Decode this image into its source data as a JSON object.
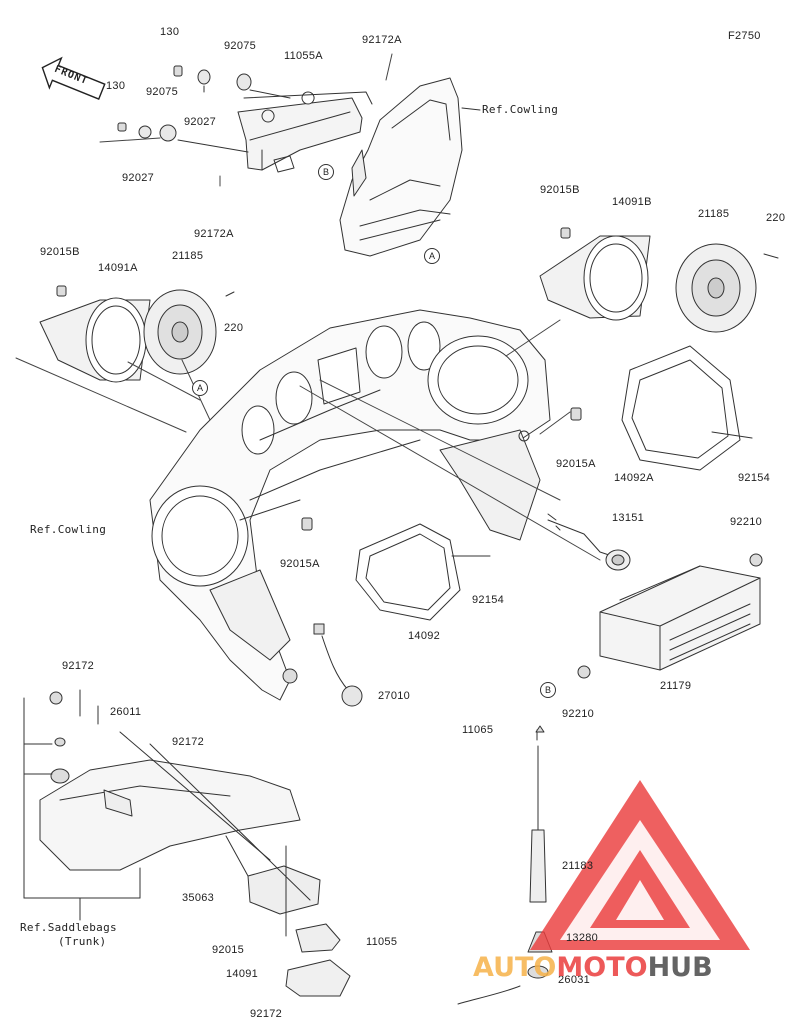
{
  "figure_code": "F2750",
  "front_label": "FRONT",
  "callouts": {
    "a": "A",
    "b": "B"
  },
  "parts": {
    "p130_top": "130",
    "p130_left": "130",
    "p92075_top": "92075",
    "p92075_left": "92075",
    "p92027_top": "92027",
    "p92027_left": "92027",
    "p11055a": "11055A",
    "p92172a_top": "92172A",
    "p92172a_bottom": "92172A",
    "ref_cowling_top": "Ref.Cowling",
    "ref_cowling_left": "Ref.Cowling",
    "p92015b_left": "92015B",
    "p14091a": "14091A",
    "p21185_left": "21185",
    "p220_left": "220",
    "p92015b_right": "92015B",
    "p14091b": "14091B",
    "p21185_right": "21185",
    "p220_right": "220",
    "p92015a_right": "92015A",
    "p14092a": "14092A",
    "p92154_right": "92154",
    "p92015a_left": "92015A",
    "p92154_left": "92154",
    "p14092": "14092",
    "p13151": "13151",
    "p92210_top": "92210",
    "p92210_bottom": "92210",
    "p21179": "21179",
    "p27010": "27010",
    "p92172_top": "92172",
    "p26011": "26011",
    "p92172_mid": "92172",
    "p11065": "11065",
    "p21183": "21183",
    "p13280": "13280",
    "p26031": "26031",
    "ref_saddlebags": "Ref.Saddlebags",
    "ref_trunk": "(Trunk)",
    "p35063": "35063",
    "p92015": "92015",
    "p11055": "11055",
    "p14091": "14091",
    "p92172_bottom": "92172"
  },
  "watermark": {
    "auto": "AUTO",
    "moto": "MOTO",
    "hub": "HUB",
    "colors": {
      "orange": "#f6b24a",
      "red": "#ea3d3d",
      "gray": "#4a4a4a"
    }
  }
}
